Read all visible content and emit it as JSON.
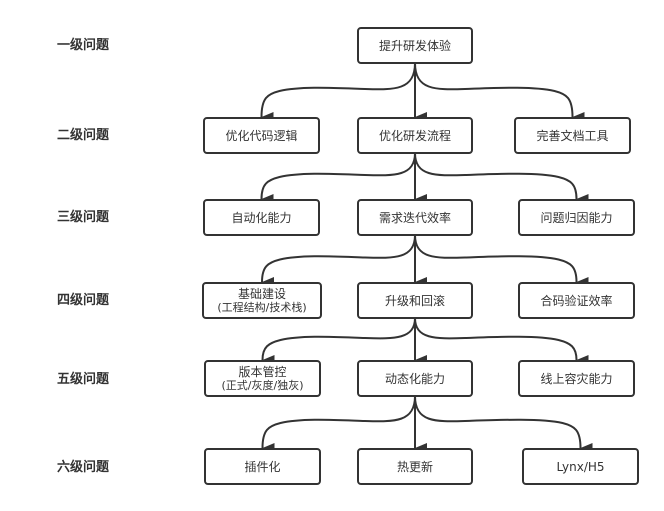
{
  "colors": {
    "stroke": "#333333",
    "text": "#333333",
    "background": "#ffffff"
  },
  "levels": [
    "一级问题",
    "二级问题",
    "三级问题",
    "四级问题",
    "五级问题",
    "六级问题"
  ],
  "nodes": {
    "root": {
      "label": "提升研发体验",
      "sub": ""
    },
    "l2_left": {
      "label": "优化代码逻辑",
      "sub": ""
    },
    "l2_mid": {
      "label": "优化研发流程",
      "sub": ""
    },
    "l2_right": {
      "label": "完善文档工具",
      "sub": ""
    },
    "l3_left": {
      "label": "自动化能力",
      "sub": ""
    },
    "l3_mid": {
      "label": "需求迭代效率",
      "sub": ""
    },
    "l3_right": {
      "label": "问题归因能力",
      "sub": ""
    },
    "l4_left": {
      "label": "基础建设",
      "sub": "(工程结构/技术栈)"
    },
    "l4_mid": {
      "label": "升级和回滚",
      "sub": ""
    },
    "l4_right": {
      "label": "合码验证效率",
      "sub": ""
    },
    "l5_left": {
      "label": "版本管控",
      "sub": "(正式/灰度/独灰)"
    },
    "l5_mid": {
      "label": "动态化能力",
      "sub": ""
    },
    "l5_right": {
      "label": "线上容灾能力",
      "sub": ""
    },
    "l6_left": {
      "label": "插件化",
      "sub": ""
    },
    "l6_mid": {
      "label": "热更新",
      "sub": ""
    },
    "l6_right": {
      "label": "Lynx/H5",
      "sub": ""
    }
  },
  "edges": [
    [
      "root",
      "l2_left"
    ],
    [
      "root",
      "l2_mid"
    ],
    [
      "root",
      "l2_right"
    ],
    [
      "l2_mid",
      "l3_left"
    ],
    [
      "l2_mid",
      "l3_mid"
    ],
    [
      "l2_mid",
      "l3_right"
    ],
    [
      "l3_mid",
      "l4_left"
    ],
    [
      "l3_mid",
      "l4_mid"
    ],
    [
      "l3_mid",
      "l4_right"
    ],
    [
      "l4_mid",
      "l5_left"
    ],
    [
      "l4_mid",
      "l5_mid"
    ],
    [
      "l4_mid",
      "l5_right"
    ],
    [
      "l5_mid",
      "l6_left"
    ],
    [
      "l5_mid",
      "l6_mid"
    ],
    [
      "l5_mid",
      "l6_right"
    ]
  ]
}
